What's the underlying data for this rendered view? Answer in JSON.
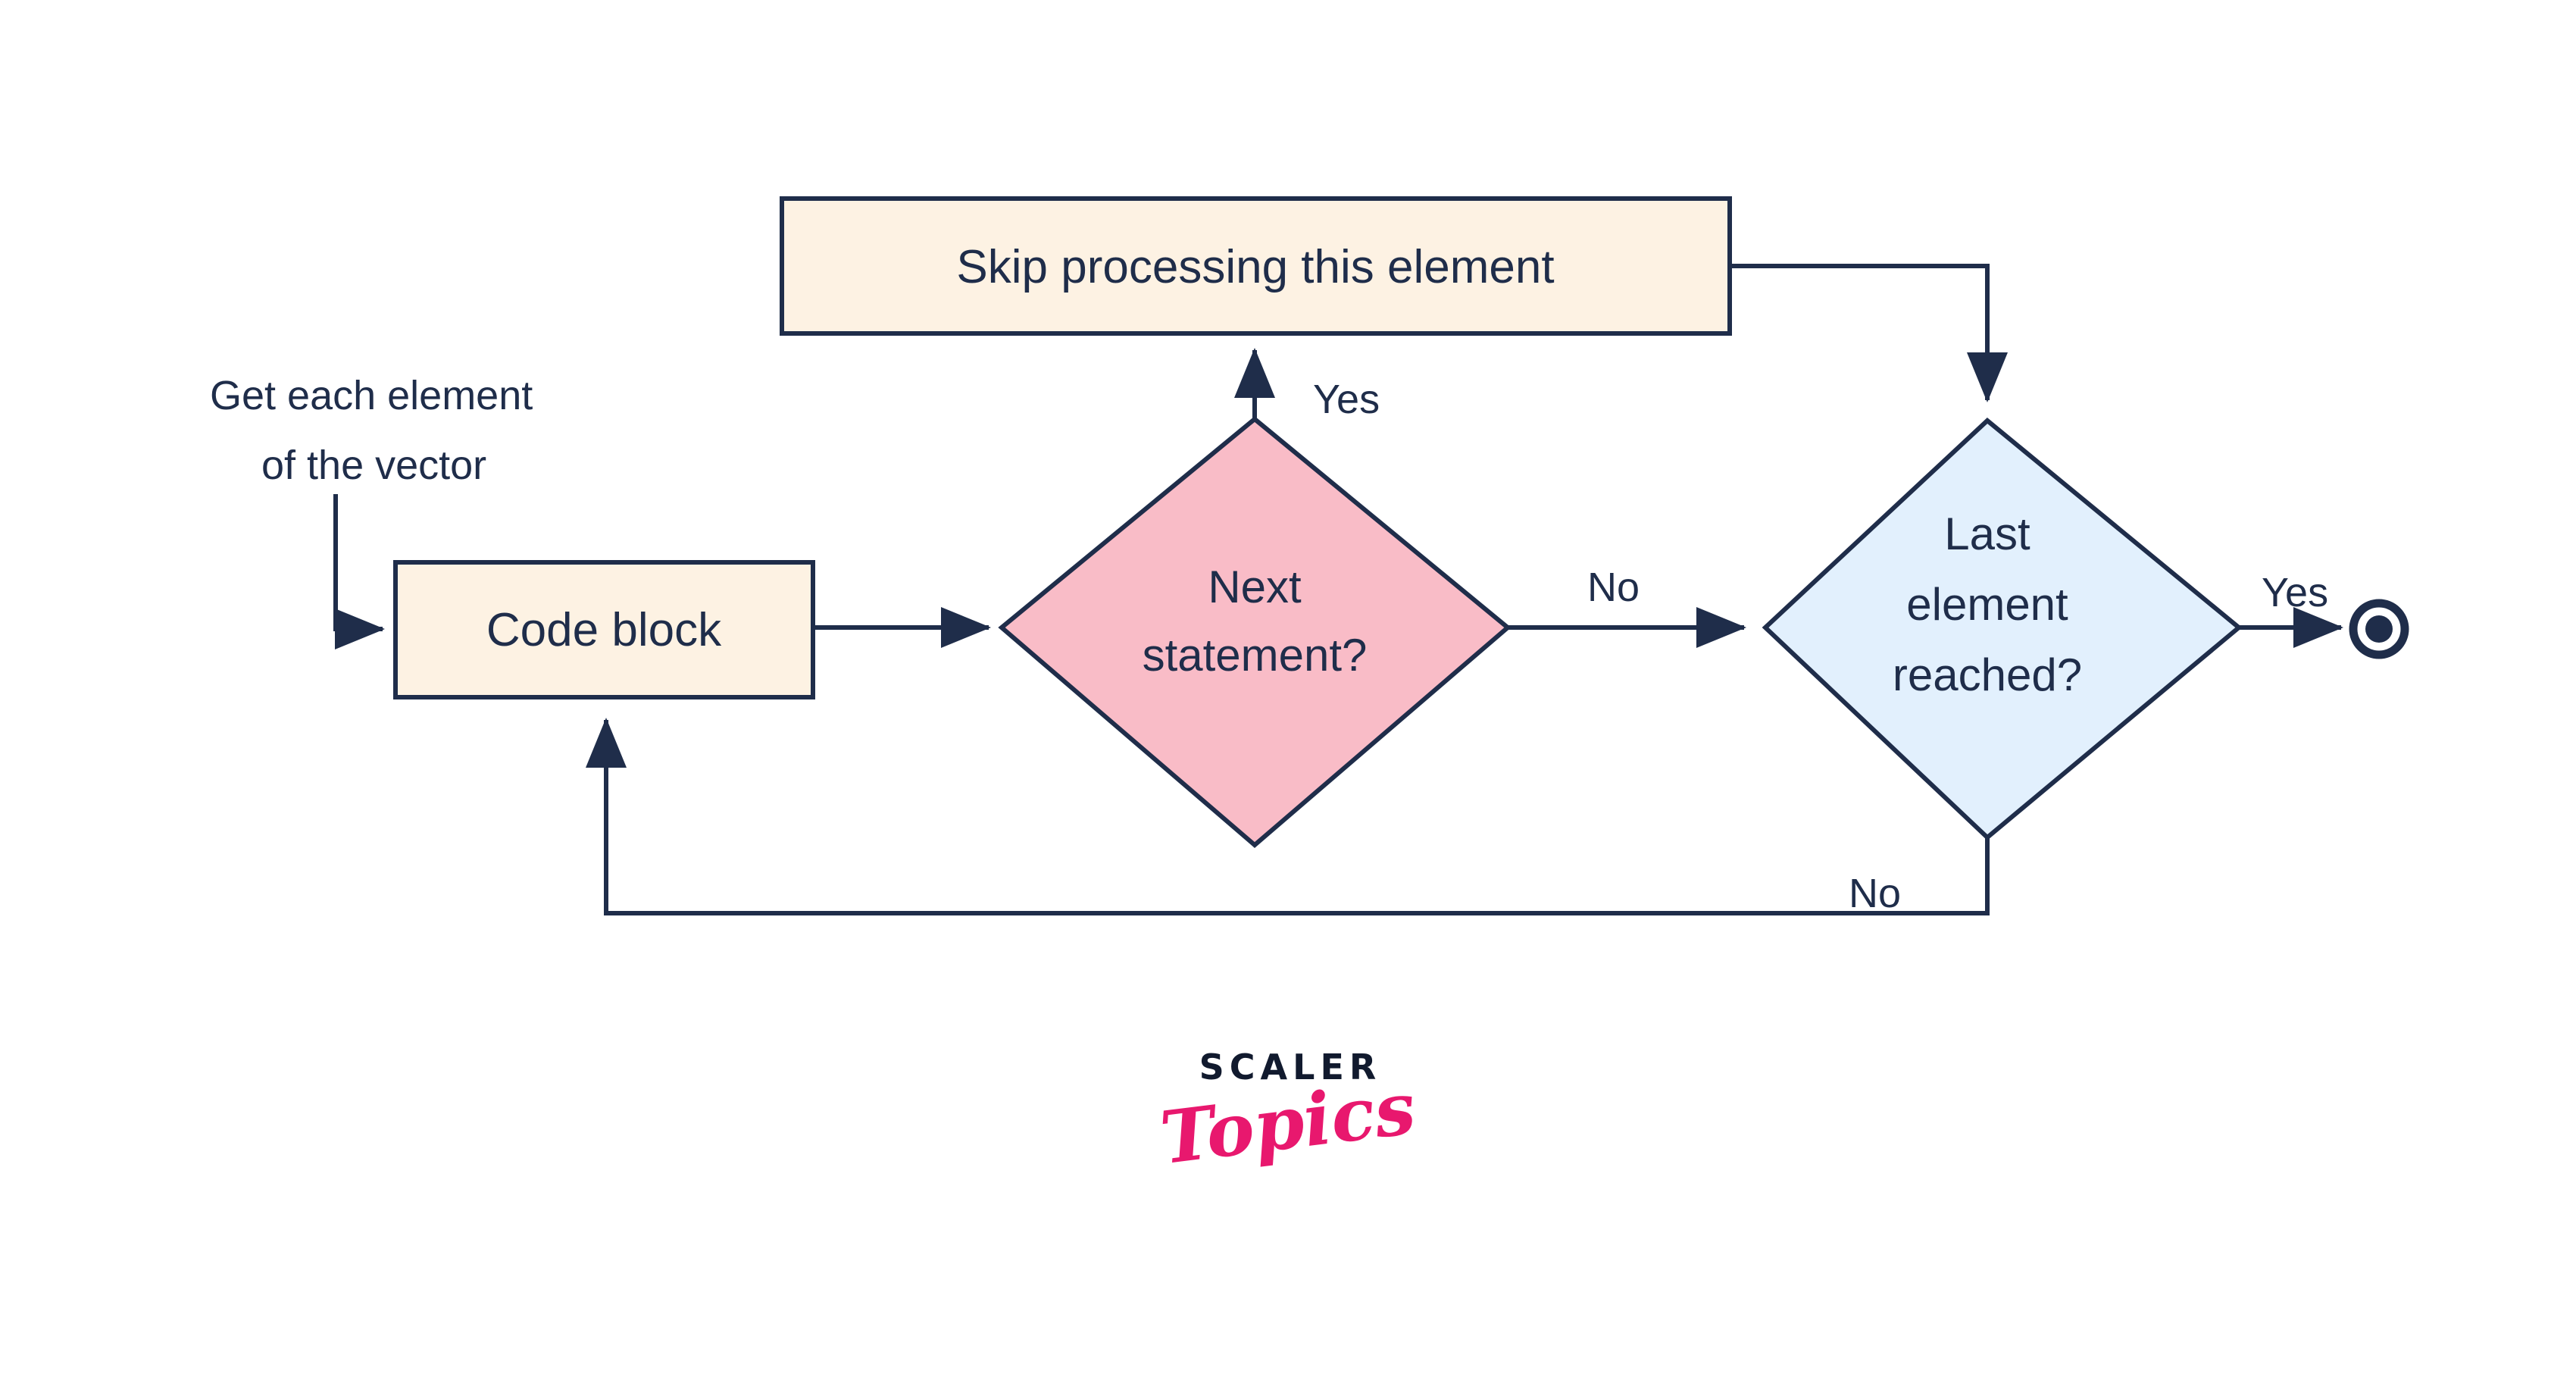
{
  "diagram": {
    "title": "Vector iteration with continue flowchart",
    "background_color": "#ffffff",
    "stroke_color": "#1f2d4a",
    "nodes": {
      "entry_note": {
        "line1": "Get each element",
        "line2": "of the vector",
        "type": "free-text"
      },
      "code_block": {
        "label": "Code block",
        "shape": "rectangle",
        "fill": "#fdf2e3"
      },
      "next_statement": {
        "line1": "Next",
        "line2": "statement?",
        "shape": "diamond",
        "fill": "#f9bcc7"
      },
      "skip_processing": {
        "label": "Skip processing this element",
        "shape": "rectangle",
        "fill": "#fdf2e3"
      },
      "last_element": {
        "line1": "Last",
        "line2": "element",
        "line3": "reached?",
        "shape": "diamond",
        "fill": "#e2f0fd"
      },
      "end_node": {
        "label": "",
        "shape": "final-state",
        "fill": "#1f2d4a"
      }
    },
    "edge_labels": {
      "next_statement_yes": "Yes",
      "next_statement_no": "No",
      "last_element_yes": "Yes",
      "last_element_no": "No"
    }
  },
  "logo": {
    "primary": "SCALER",
    "secondary": "Topics",
    "primary_color": "#111a2e",
    "secondary_color": "#e8186e"
  }
}
